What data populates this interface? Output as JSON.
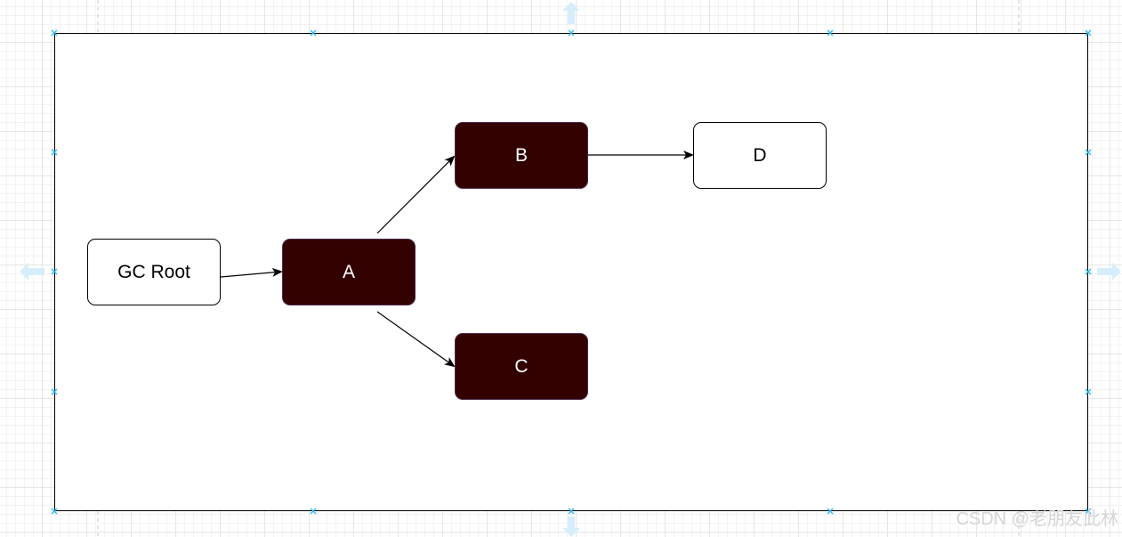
{
  "diagram": {
    "nodes": [
      {
        "id": "root",
        "label": "GC Root",
        "style": "light"
      },
      {
        "id": "a",
        "label": "A",
        "style": "dark"
      },
      {
        "id": "b",
        "label": "B",
        "style": "dark"
      },
      {
        "id": "c",
        "label": "C",
        "style": "dark"
      },
      {
        "id": "d",
        "label": "D",
        "style": "light"
      }
    ],
    "edges": [
      {
        "from": "GC Root",
        "to": "A"
      },
      {
        "from": "A",
        "to": "B"
      },
      {
        "from": "A",
        "to": "C"
      },
      {
        "from": "B",
        "to": "D"
      }
    ]
  },
  "colors": {
    "reachable_fill": "#330000",
    "reachable_text": "#ffffff",
    "plain_fill": "#ffffff",
    "stroke": "#000000",
    "handle": "#29b6f2",
    "grid": "#e6e6e6"
  },
  "watermark": "CSDN @老朋友此林"
}
